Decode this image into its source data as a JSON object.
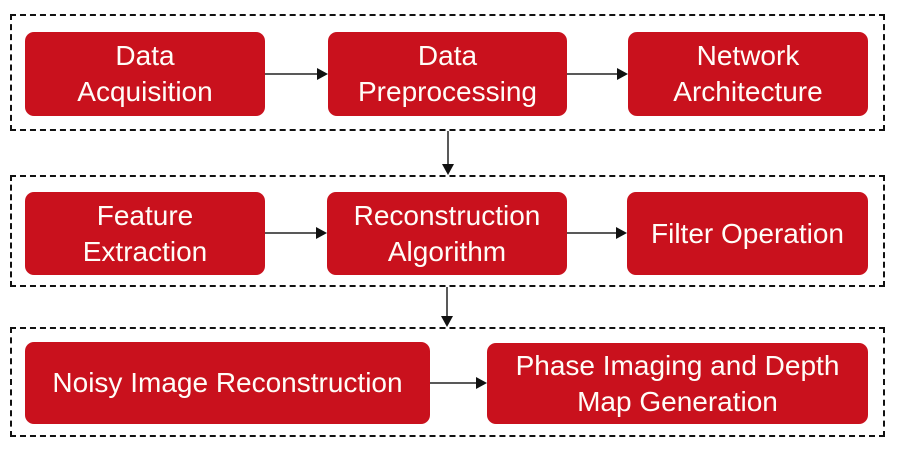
{
  "colors": {
    "page-bg": "#ffffff",
    "box-bg": "#c9111d",
    "box-text": "#fffdf8",
    "group-border": "#111111",
    "arrow-line": "#595959",
    "arrow-head": "#111111"
  },
  "flowchart": {
    "rows": [
      {
        "name": "stage-1",
        "boxes": [
          {
            "label": "Data\nAcquisition"
          },
          {
            "label": "Data\nPreprocessing"
          },
          {
            "label": "Network\nArchitecture"
          }
        ]
      },
      {
        "name": "stage-2",
        "boxes": [
          {
            "label": "Feature\nExtraction"
          },
          {
            "label": "Reconstruction\nAlgorithm"
          },
          {
            "label": "Filter Operation"
          }
        ]
      },
      {
        "name": "stage-3",
        "boxes": [
          {
            "label": "Noisy Image Reconstruction"
          },
          {
            "label": "Phase Imaging and Depth\nMap Generation"
          }
        ]
      }
    ]
  }
}
